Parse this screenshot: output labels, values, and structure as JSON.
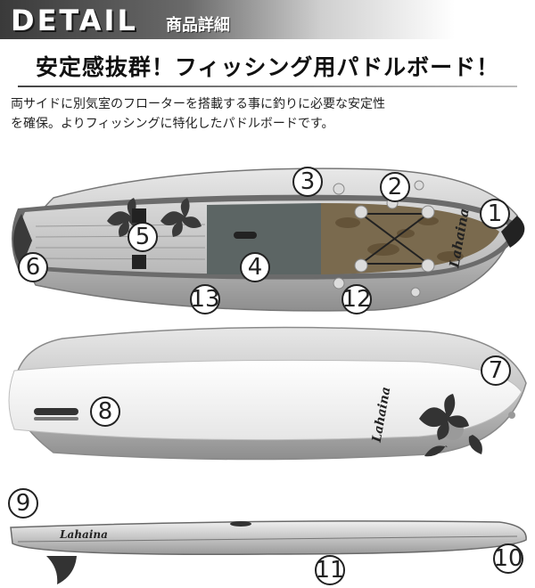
{
  "header": {
    "title": "DETAIL",
    "subtitle": "商品詳細"
  },
  "headline": "安定感抜群！フィッシング用パドルボード！",
  "description": {
    "line1": "両サイドに別気室のフローターを搭載する事に釣りに必要な安定性",
    "line2": "を確保。よりフィッシングに特化したパドルボードです。"
  },
  "brand": "Lahaina",
  "callouts": [
    "1",
    "2",
    "3",
    "4",
    "5",
    "6",
    "7",
    "8",
    "9",
    "10",
    "11",
    "12",
    "13"
  ]
}
